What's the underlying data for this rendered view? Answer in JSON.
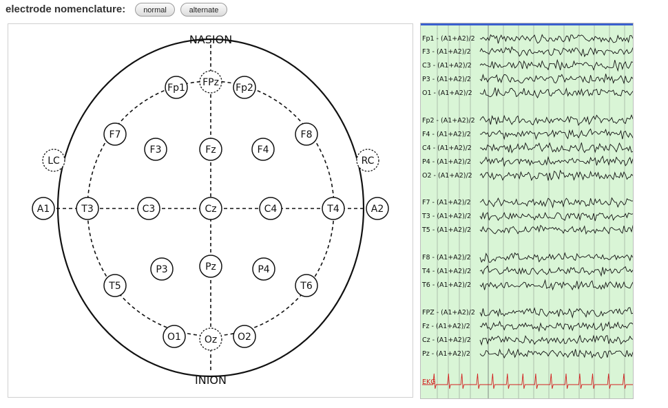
{
  "header": {
    "label": "electrode nomenclature:",
    "buttons": [
      "normal",
      "alternate"
    ]
  },
  "map": {
    "top_label": "NASION",
    "bottom_label": "INION",
    "electrodes": [
      {
        "id": "fp1",
        "label": "Fp1",
        "style": "solid"
      },
      {
        "id": "fpz",
        "label": "FPz",
        "style": "dashed"
      },
      {
        "id": "fp2",
        "label": "Fp2",
        "style": "solid"
      },
      {
        "id": "f7",
        "label": "F7",
        "style": "solid"
      },
      {
        "id": "f3",
        "label": "F3",
        "style": "solid"
      },
      {
        "id": "fz",
        "label": "Fz",
        "style": "solid"
      },
      {
        "id": "f4",
        "label": "F4",
        "style": "solid"
      },
      {
        "id": "f8",
        "label": "F8",
        "style": "solid"
      },
      {
        "id": "lc",
        "label": "LC",
        "style": "dashed"
      },
      {
        "id": "rc",
        "label": "RC",
        "style": "dashed"
      },
      {
        "id": "a1",
        "label": "A1",
        "style": "solid"
      },
      {
        "id": "t3",
        "label": "T3",
        "style": "solid"
      },
      {
        "id": "c3",
        "label": "C3",
        "style": "solid"
      },
      {
        "id": "cz",
        "label": "Cz",
        "style": "solid"
      },
      {
        "id": "c4",
        "label": "C4",
        "style": "solid"
      },
      {
        "id": "t4",
        "label": "T4",
        "style": "solid"
      },
      {
        "id": "a2",
        "label": "A2",
        "style": "solid"
      },
      {
        "id": "p3",
        "label": "P3",
        "style": "solid"
      },
      {
        "id": "pz",
        "label": "Pz",
        "style": "solid"
      },
      {
        "id": "p4",
        "label": "P4",
        "style": "solid"
      },
      {
        "id": "t5",
        "label": "T5",
        "style": "solid"
      },
      {
        "id": "t6",
        "label": "T6",
        "style": "solid"
      },
      {
        "id": "o1",
        "label": "O1",
        "style": "solid"
      },
      {
        "id": "oz",
        "label": "Oz",
        "style": "dashed"
      },
      {
        "id": "o2",
        "label": "O2",
        "style": "solid"
      }
    ]
  },
  "eeg": {
    "background": "#d9f5d6",
    "grid_color": "#9aa89a",
    "trace_color": "#111111",
    "ekg_color": "#d22020",
    "top_bar_color": "#3a5fcf",
    "channels": [
      {
        "label": "Fp1 - (A1+A2)/2"
      },
      {
        "label": "F3 - (A1+A2)/2"
      },
      {
        "label": "C3 - (A1+A2)/2"
      },
      {
        "label": "P3 - (A1+A2)/2"
      },
      {
        "label": "O1 - (A1+A2)/2"
      },
      {
        "label": "Fp2 - (A1+A2)/2"
      },
      {
        "label": "F4 - (A1+A2)/2"
      },
      {
        "label": "C4 - (A1+A2)/2"
      },
      {
        "label": "P4 - (A1+A2)/2"
      },
      {
        "label": "O2 - (A1+A2)/2"
      },
      {
        "label": "F7 - (A1+A2)/2"
      },
      {
        "label": "T3 - (A1+A2)/2"
      },
      {
        "label": "T5 - (A1+A2)/2"
      },
      {
        "label": "F8 - (A1+A2)/2"
      },
      {
        "label": "T4 - (A1+A2)/2"
      },
      {
        "label": "T6 - (A1+A2)/2"
      },
      {
        "label": "FPZ - (A1+A2)/2"
      },
      {
        "label": "Fz - (A1+A2)/2"
      },
      {
        "label": "Cz - (A1+A2)/2"
      },
      {
        "label": "Pz - (A1+A2)/2"
      },
      {
        "label": "EKG"
      }
    ]
  }
}
